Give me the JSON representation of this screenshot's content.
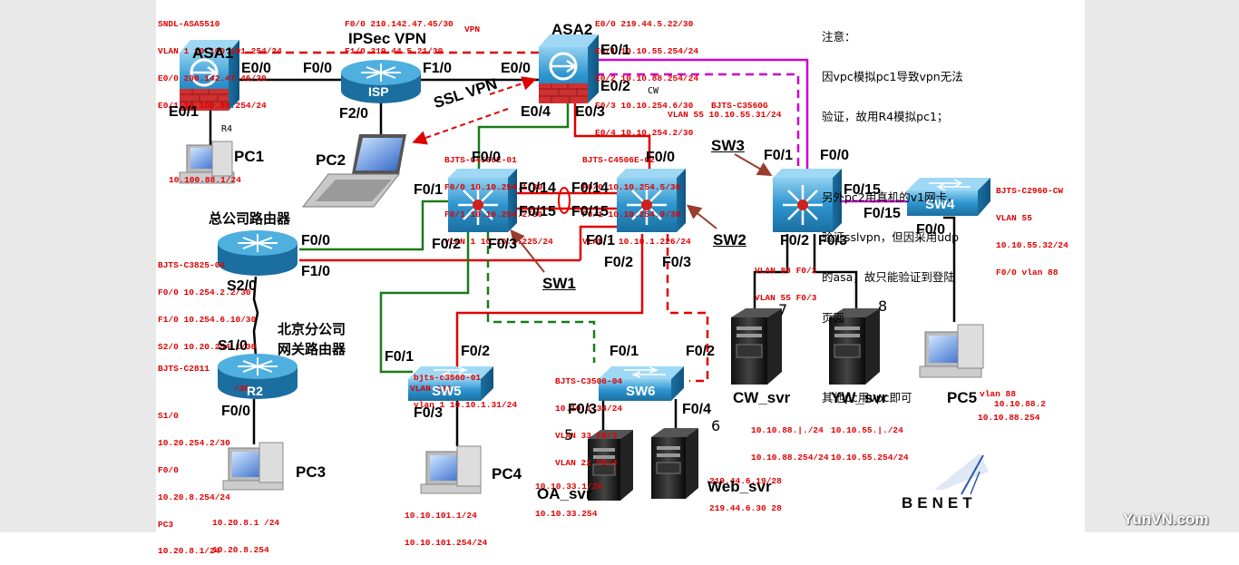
{
  "devices": {
    "asa1": {
      "name": "ASA1",
      "info": [
        "SNDL-ASA5510",
        "VLAN 1 10.100.101.254/24",
        "E0/0 200.142.47.46/30",
        "E0/1 10.100.88.254/24"
      ]
    },
    "asa2": {
      "name": "ASA2",
      "info": [
        "E0/0 219.44.5.22/30",
        "E0/1 10.10.55.254/24",
        "E0/2 10.10.88.254/24",
        "E0/3 10.10.254.6/30",
        "E0/4 10.10.254.2/30"
      ]
    },
    "isp": {
      "name": "ISP",
      "info": [
        "F0/0 210.142.47.45/30",
        "F1/0 219.44.5.21/30"
      ]
    },
    "hq_router": {
      "name": "总公司路由器",
      "info": [
        "BJTS-C3825-04",
        "F0/0 10.254.2.2/30",
        "F1/0 10.254.6.10/30",
        "S2/0 10.20.254.1/30"
      ]
    },
    "r2": {
      "name": "R2",
      "title_lines": [
        "北京分公司",
        "网关路由器"
      ],
      "info": [
        "BJTS-C2811",
        "/30",
        "S1/0",
        "10.20.254.2/30",
        "F0/0",
        "10.20.8.254/24",
        "PC3",
        "10.20.8.1/24"
      ]
    },
    "sw1": {
      "name": "SW1",
      "info": [
        "BJTS-C4506E-01",
        "F0/0 10.10.254.1/30",
        "F0/1 10.10.254.2/30",
        "VLAN 1 10.10.1.225/24"
      ]
    },
    "sw2": {
      "name": "SW2",
      "info": [
        "BJTS-C4506E-02",
        "F0/0 10.10.254.5/30",
        "F0/1 10.10.254.9/30",
        "VLAN 1 10.10.1.226/24"
      ]
    },
    "sw3": {
      "name": "SW3",
      "info": [
        "BJTS-C3560G",
        "VLAN 55 10.10.55.31/24"
      ],
      "ports": [
        "VLAN 88 F0/2",
        "VLAN 55 F0/3"
      ]
    },
    "sw4": {
      "name": "SW4",
      "info": [
        "BJTS-C2960-CW",
        "VLAN 55",
        "10.10.55.32/24",
        "F0/0 vlan 88"
      ]
    },
    "sw5": {
      "name": "SW5",
      "info": [
        "bjts-c3560-01",
        "vlan 1 10.10.1.31/24",
        "VLAN 101"
      ]
    },
    "sw6": {
      "name": "SW6",
      "info": [
        "BJTS-C3506-04",
        "10.10.1.34/24",
        "VLAN 33 F0/3",
        "VLAN 22 F0/4"
      ]
    },
    "pc1": {
      "name": "PC1",
      "addr": "10.100.88.1/24",
      "note": "R4"
    },
    "pc2": {
      "name": "PC2"
    },
    "pc3": {
      "name": "PC3",
      "addr": [
        "10.20.8.1 /24",
        "10.20.8.254"
      ]
    },
    "pc4": {
      "name": "PC4",
      "addr": [
        "10.10.101.1/24",
        "10.10.101.254/24"
      ]
    },
    "pc5": {
      "name": "PC5",
      "addr": [
        "vlan 88",
        "10.10.88.2",
        "10.10.88.254"
      ]
    },
    "cw_svr": {
      "name": "CW_svr",
      "addr": [
        "10.10.88.|./24",
        "10.10.88.254/24"
      ],
      "num": "7"
    },
    "yw_svr": {
      "name": "YW_svr",
      "addr": [
        "10.10.55.|./24",
        "10.10.55.254/24"
      ],
      "num": "8"
    },
    "oa_svr": {
      "name": "OA_svr",
      "addr": [
        "10.10.33.1/24",
        "10.10.33.254"
      ],
      "num": "5"
    },
    "web_svr": {
      "name": "Web_svr",
      "addr": [
        "219.44.6.19/28",
        "219.44.6.30 28"
      ],
      "num": "6"
    }
  },
  "ports": {
    "asa1_e00": "E0/0",
    "asa1_e01": "E0/1",
    "isp_f00": "F0/0",
    "isp_f10": "F1/0",
    "isp_f20": "F2/0",
    "asa2_e00": "E0/0",
    "asa2_e01": "E0/1",
    "asa2_e02": "E0/2",
    "asa2_e03": "E0/3",
    "asa2_e04": "E0/4",
    "hq_f00": "F0/0",
    "hq_f10": "F1/0",
    "hq_s20": "S2/0",
    "r2_s10": "S1/0",
    "r2_f00": "F0/0",
    "sw1_f00": "F0/0",
    "sw1_f01": "F0/1",
    "sw1_f02": "F0/2",
    "sw1_f03": "F0/3",
    "sw1_f014": "F0/14",
    "sw1_f015": "F0/15",
    "sw2_f00": "F0/0",
    "sw2_f01": "F0/1",
    "sw2_f02": "F0/2",
    "sw2_f03": "F0/3",
    "sw2_f014": "F0/14",
    "sw2_f015": "F0/15",
    "sw3_f01": "F0/1",
    "sw3_f00": "F0/0",
    "sw3_f015": "F0/15",
    "sw3_f02": "F0/2",
    "sw3_f03": "F0/3",
    "sw4_f015": "F0/15",
    "sw4_f00": "F0/0",
    "sw5_f01": "F0/1",
    "sw5_f02": "F0/2",
    "sw5_f03": "F0/3",
    "sw6_f01": "F0/1",
    "sw6_f02": "F0/2",
    "sw6_f03": "F0/3",
    "sw6_f04": "F0/4"
  },
  "labels": {
    "ipsec_vpn": "IPSec VPN",
    "ssl_vpn": "SSL VPN",
    "vpn_small": "VPN",
    "cw_small": "CW"
  },
  "notes": {
    "lines": [
      "注意：",
      "因vpc模拟pc1导致vpn无法",
      "验证，故用R4模拟pc1；",
      "",
      "另外pc2用真机的v1网卡，",
      "验证sslvpn，但因采用udp",
      "的asa，故只能验证到登陆",
      "页面",
      "",
      "其他pc用vpc即可"
    ]
  },
  "watermark": {
    "site": "YunVN.com",
    "brand": "BENET"
  },
  "colors": {
    "red": "#e00000",
    "green": "#1a7a1a",
    "magenta": "#cc00cc",
    "black": "#000000",
    "device_blue": "#2a8fc4",
    "sidebar": "#e9e9e9"
  }
}
